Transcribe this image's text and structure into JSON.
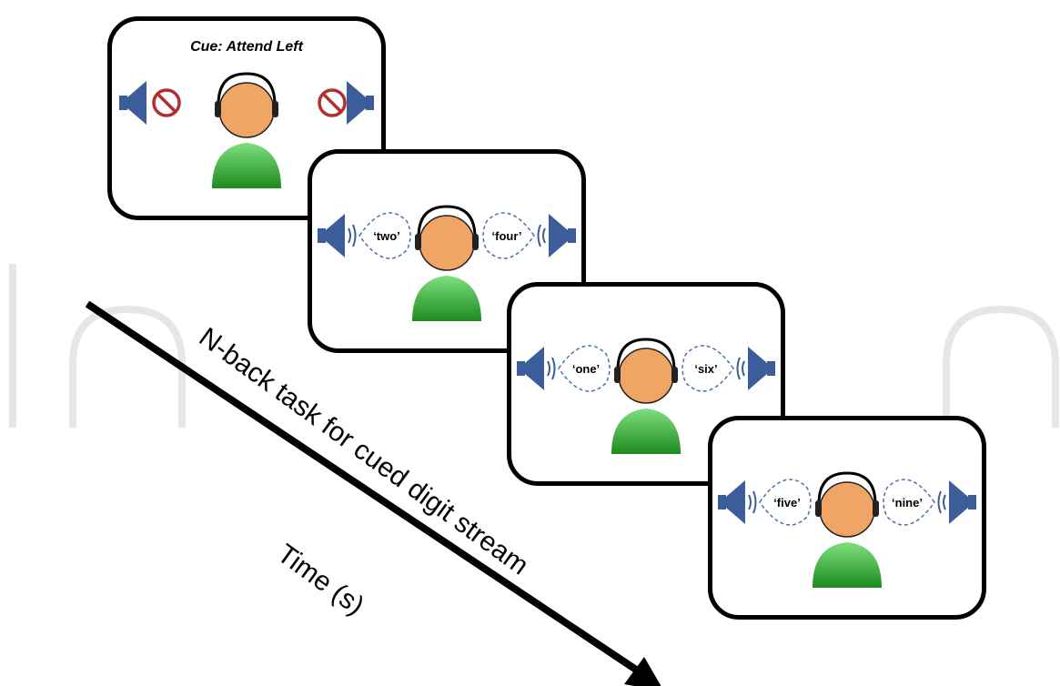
{
  "axis": {
    "time_label": "Time (s)",
    "task_label": "N-back task for cued digit stream"
  },
  "panels": [
    {
      "type": "cue",
      "cue_text": "Cue: Attend Left",
      "left_icon": "no-sound-icon",
      "right_icon": "no-sound-icon"
    },
    {
      "type": "stream",
      "left_word": "‘two’",
      "right_word": "‘four’"
    },
    {
      "type": "stream",
      "left_word": "‘one’",
      "right_word": "‘six’"
    },
    {
      "type": "stream",
      "left_word": "‘five’",
      "right_word": "‘nine’"
    }
  ],
  "colors": {
    "speaker": "#3b5d9a",
    "speech_bubble": "#4a6eb0",
    "face": "#f0a564",
    "body_light": "#7ee07e",
    "body_dark": "#1e8a1e",
    "prohibit": "#b03030",
    "watermark": "#e6e6e6"
  }
}
